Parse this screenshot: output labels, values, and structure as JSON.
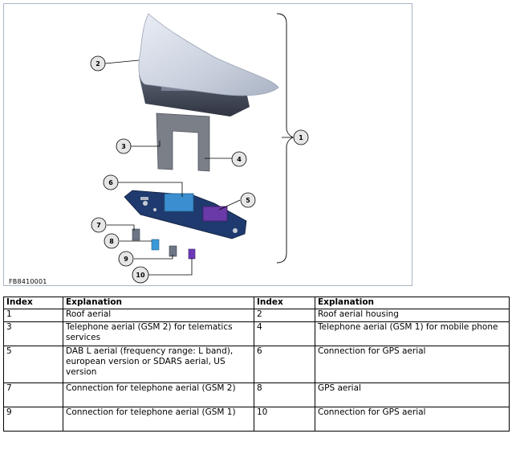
{
  "figure": {
    "id_label": "FB8410001",
    "callouts": [
      "1",
      "2",
      "3",
      "4",
      "5",
      "6",
      "7",
      "8",
      "9",
      "10"
    ]
  },
  "table": {
    "headers": [
      "Index",
      "Explanation",
      "Index",
      "Explanation"
    ],
    "rows": [
      [
        "1",
        "Roof aerial",
        "2",
        "Roof aerial housing"
      ],
      [
        "3",
        "Telephone aerial (GSM 2) for telematics services",
        "4",
        "Telephone aerial (GSM 1) for mobile phone"
      ],
      [
        "5",
        "DAB L aerial (frequency range: L band), european version or SDARS aerial, US version",
        "6",
        "Connection for GPS aerial"
      ],
      [
        "7",
        "Connection for telephone aerial (GSM 2)",
        "8",
        "GPS aerial"
      ],
      [
        "9",
        "Connection for telephone aerial (GSM 1)",
        "10",
        "Connection for GPS aerial"
      ]
    ]
  }
}
